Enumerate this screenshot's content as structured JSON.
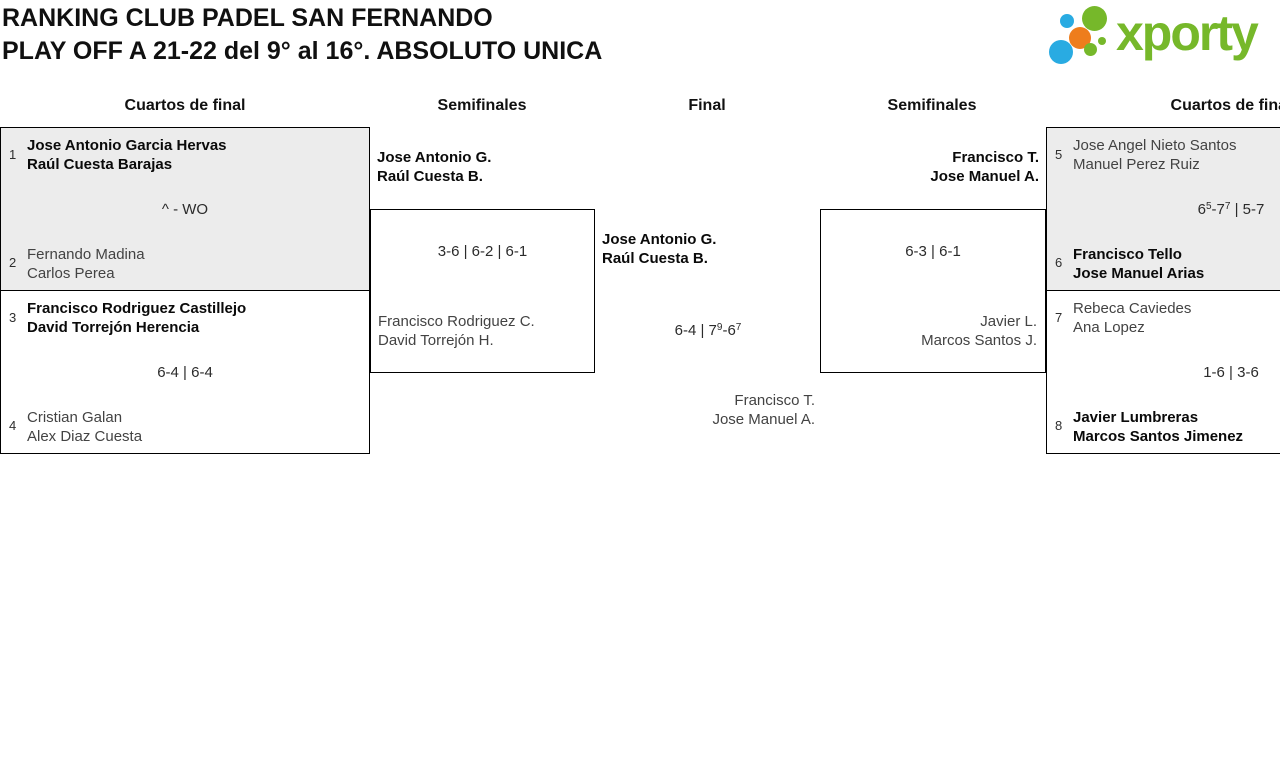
{
  "title": {
    "line1": "RANKING CLUB PADEL SAN FERNANDO",
    "line2": "PLAY OFF A 21-22 del 9° al 16°. ABSOLUTO UNICA"
  },
  "logo": {
    "text": "xporty",
    "colors": {
      "green": "#76b82a",
      "blue": "#29abe2",
      "orange": "#ee7d1c"
    }
  },
  "columns": [
    "Cuartos de final",
    "Semifinales",
    "Final",
    "Semifinales",
    "Cuartos de final"
  ],
  "colors": {
    "match_grey": "#ececec",
    "border": "#000000"
  },
  "qf_left": [
    {
      "top_seed": "1",
      "top_team": [
        "Jose Antonio Garcia Hervas",
        "Raúl Cuesta Barajas"
      ],
      "score": "^ - WO",
      "bottom_seed": "2",
      "bottom_team": [
        "Fernando Madina",
        "Carlos Perea"
      ]
    },
    {
      "top_seed": "3",
      "top_team": [
        "Francisco Rodriguez Castillejo",
        "David Torrejón Herencia"
      ],
      "score": "6-4 | 6-4",
      "bottom_seed": "4",
      "bottom_team": [
        "Cristian Galan",
        "Alex Diaz Cuesta"
      ]
    }
  ],
  "qf_right": [
    {
      "top_seed": "5",
      "top_team": [
        "Jose Angel Nieto Santos",
        "Manuel Perez Ruiz"
      ],
      "score": "6^5-7^7 | 5-7",
      "bottom_seed": "6",
      "bottom_team": [
        "Francisco Tello",
        "Jose Manuel Arias"
      ]
    },
    {
      "top_seed": "7",
      "top_team": [
        "Rebeca Caviedes",
        "Ana Lopez"
      ],
      "score": "1-6 | 3-6",
      "bottom_seed": "8",
      "bottom_team": [
        "Javier Lumbreras",
        "Marcos Santos Jimenez"
      ]
    }
  ],
  "sf_left": {
    "winner": [
      "Jose Antonio G.",
      "Raúl Cuesta B."
    ],
    "score": "3-6 | 6-2 | 6-1",
    "loser": [
      "Francisco Rodriguez C.",
      "David Torrejón H."
    ]
  },
  "sf_right": {
    "winner": [
      "Francisco T.",
      "Jose Manuel A."
    ],
    "score": "6-3 | 6-1",
    "loser": [
      "Javier L.",
      "Marcos Santos J."
    ]
  },
  "final": {
    "team_top": [
      "Jose Antonio G.",
      "Raúl Cuesta B."
    ],
    "score": "6-4 | 7^9-6^7",
    "team_bottom": [
      "Francisco T.",
      "Jose Manuel A."
    ]
  }
}
